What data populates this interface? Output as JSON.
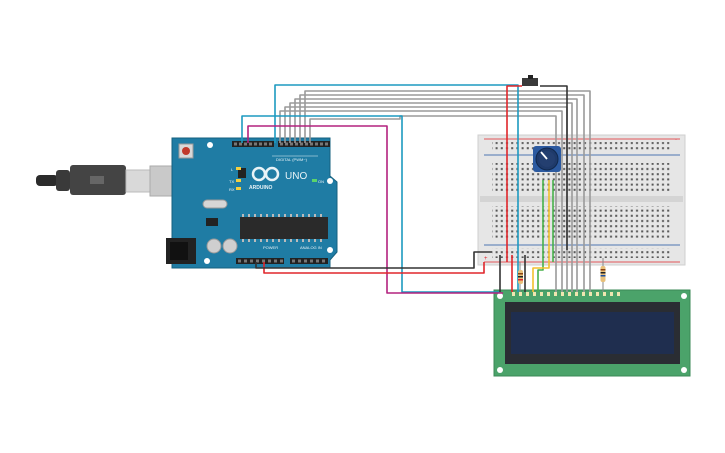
{
  "arduino": {
    "brand": "ARDUINO",
    "model": "UNO",
    "digital_label": "DIGITAL (PWM~)",
    "power_label": "POWER",
    "analog_label": "ANALOG IN",
    "on_label": "ON",
    "tx_label": "TX",
    "rx_label": "RX",
    "l_label": "L",
    "board_color": "#1f7ca4"
  },
  "lcd": {
    "board_color": "#4ba36a",
    "screen_color": "#1f2e4f"
  },
  "breadboard": {
    "rail_plus": "+",
    "rail_minus": "-"
  },
  "wire_colors": {
    "red": "#e0262b",
    "black": "#333333",
    "blue": "#1d9ac0",
    "magenta": "#b3227e",
    "gray": "#9a9a9a",
    "green": "#46b14a",
    "yellow": "#f2c12e"
  },
  "icons": {
    "usb": "usb-cable-icon",
    "potentiometer": "potentiometer-icon",
    "resistor": "resistor-icon",
    "switch": "slide-switch-icon"
  }
}
